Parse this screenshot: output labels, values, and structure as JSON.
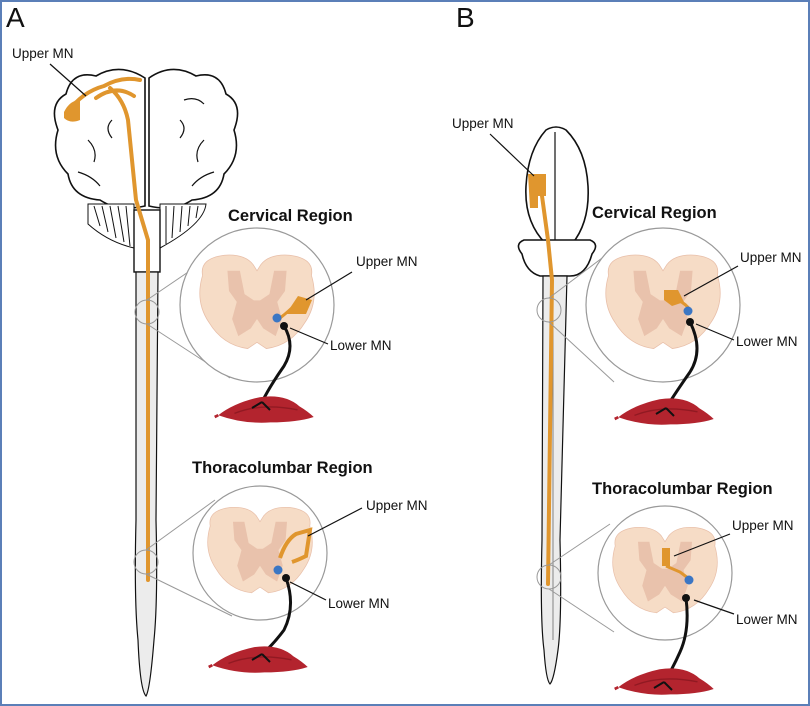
{
  "colors": {
    "frame": "#5b7fb8",
    "motor_neuron_upper": "#e0962e",
    "motor_neuron_lower": "#111111",
    "synapse": "#3b76c4",
    "white_matter": "#f6dcc6",
    "gray_matter": "#e8bfa9",
    "muscle": "#b3242e",
    "cord": "#ececec"
  },
  "panels": [
    {
      "letter": "A",
      "upper_mn_brain_label": "Upper MN",
      "cervical": {
        "title": "Cervical Region",
        "upper_label": "Upper MN",
        "lower_label": "Lower MN"
      },
      "thoracolumbar": {
        "title": "Thoracolumbar Region",
        "upper_label": "Upper MN",
        "lower_label": "Lower MN"
      }
    },
    {
      "letter": "B",
      "upper_mn_brain_label": "Upper MN",
      "cervical": {
        "title": "Cervical Region",
        "upper_label": "Upper MN",
        "lower_label": "Lower MN"
      },
      "thoracolumbar": {
        "title": "Thoracolumbar Region",
        "upper_label": "Upper MN",
        "lower_label": "Lower MN"
      }
    }
  ]
}
